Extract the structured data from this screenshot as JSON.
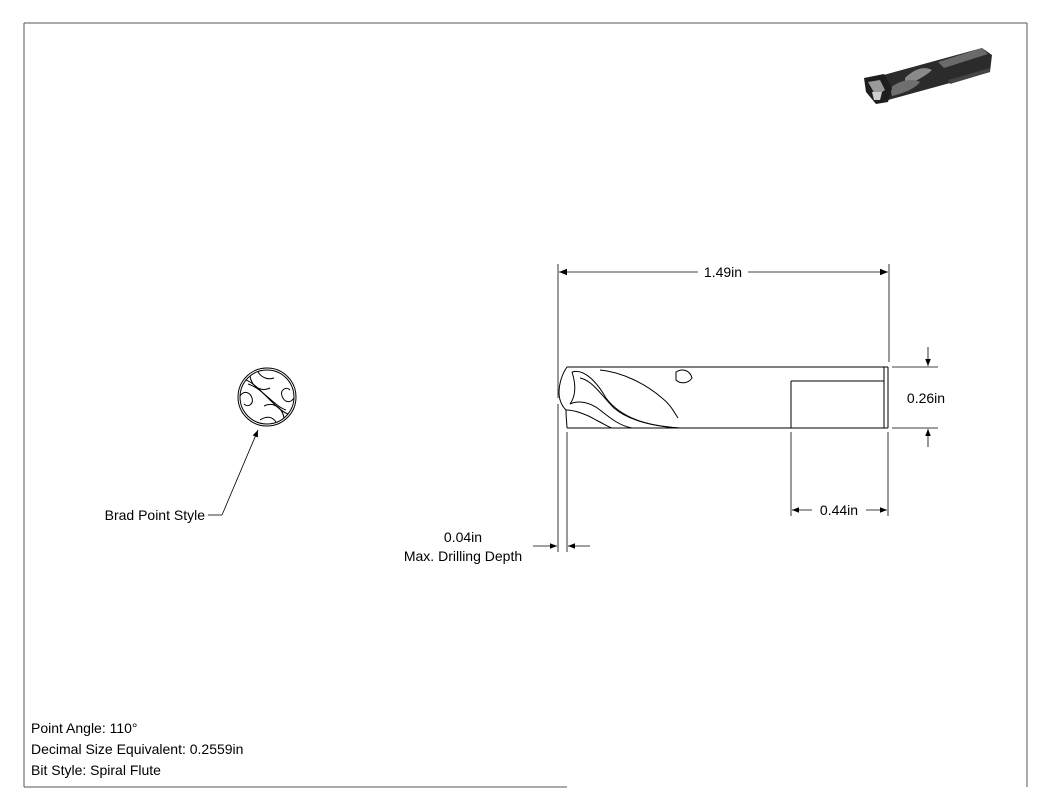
{
  "dimensions": {
    "overall_length": "1.49in",
    "diameter": "0.26in",
    "flat_length": "0.44in",
    "drilling_depth_value": "0.04in",
    "drilling_depth_label": "Max. Drilling Depth"
  },
  "callout": {
    "end_view_label": "Brad Point Style"
  },
  "notes": {
    "point_angle": "Point Angle: 110°",
    "decimal_size": "Decimal Size Equivalent: 0.2559in",
    "bit_style": "Bit Style: Spiral Flute"
  },
  "colors": {
    "line": "#000000",
    "border": "#555555",
    "background": "#ffffff",
    "render_dark": "#2a2a2a",
    "render_mid": "#555555",
    "render_light": "#8a8a8a"
  }
}
